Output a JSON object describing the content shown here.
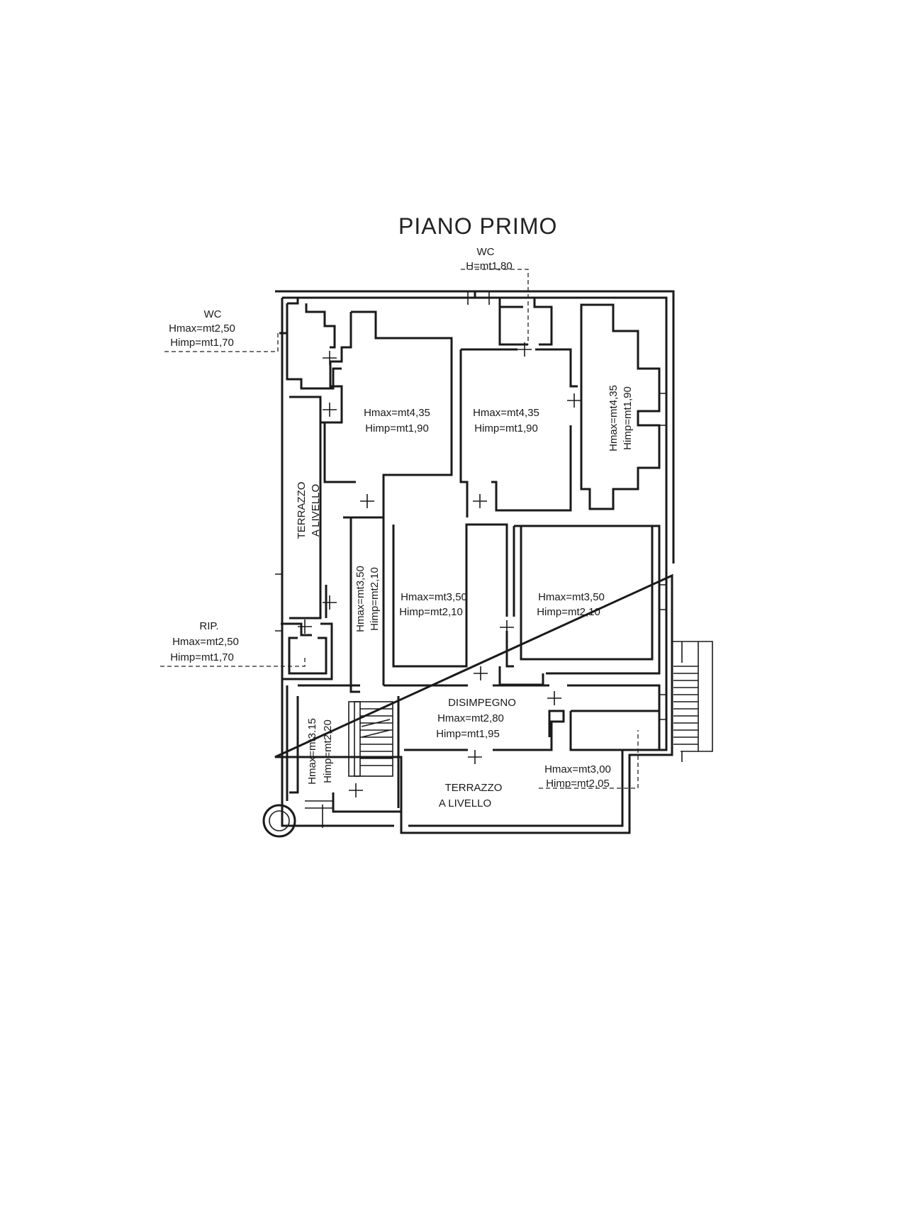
{
  "title": "PIANO PRIMO",
  "labels": {
    "wc_top": [
      "WC",
      "H=mt1,80"
    ],
    "wc_left": [
      "WC",
      "Hmax=mt2,50",
      "Himp=mt1,70"
    ],
    "room_a": [
      "Hmax=mt4,35",
      "Himp=mt1,90"
    ],
    "room_b": [
      "Hmax=mt4,35",
      "Himp=mt1,90"
    ],
    "room_c": [
      "Hmax=mt4,35",
      "Himp=mt1,90"
    ],
    "terrazzo_left": [
      "TERRAZZO",
      "A LIVELLO"
    ],
    "corridor": [
      "Hmax=mt3,50",
      "Himp=mt2,10"
    ],
    "room_d": [
      "Hmax=mt3,50",
      "Himp=mt2,10"
    ],
    "room_e": [
      "Hmax=mt3,50",
      "Himp=mt2,10"
    ],
    "rip": [
      "RIP.",
      "Hmax=mt2,50",
      "Himp=mt1,70"
    ],
    "disimpegno": [
      "DISIMPEGNO",
      "Hmax=mt2,80",
      "Himp=mt1,95"
    ],
    "stair_room": [
      "Hmax=mt3.15",
      "Himp=mt2,20"
    ],
    "terrazzo_bottom_h": [
      "Hmax=mt3,00",
      "Himp=mt2,05"
    ],
    "terrazzo_bottom": [
      "TERRAZZO",
      "A LIVELLO"
    ]
  }
}
